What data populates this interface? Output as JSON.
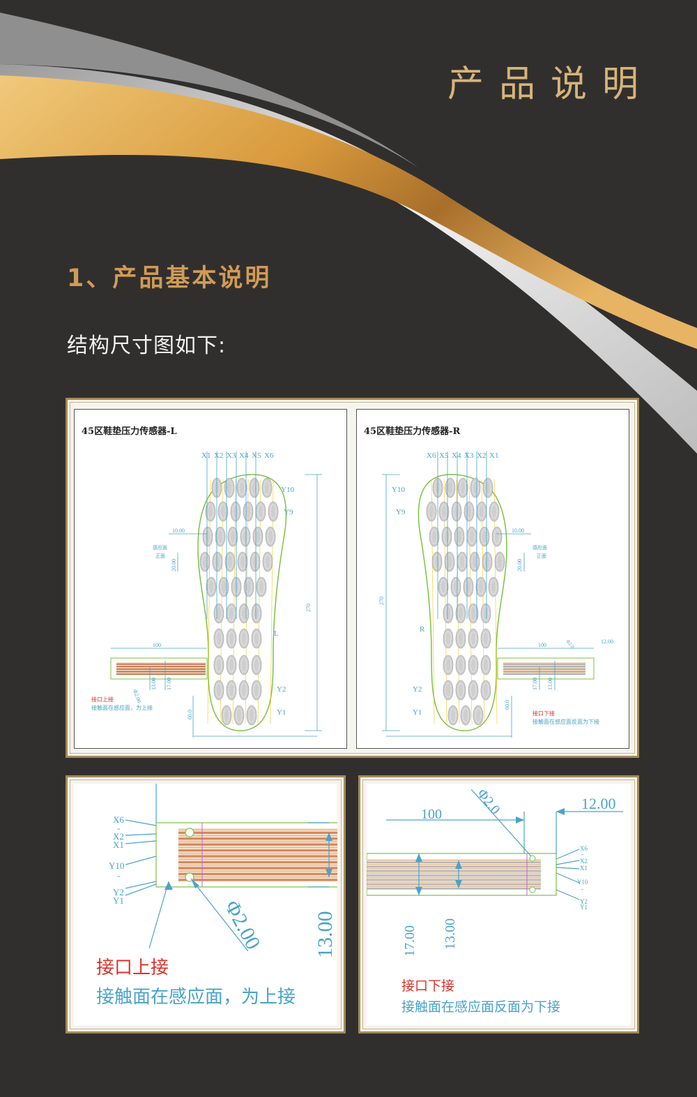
{
  "header": {
    "title": "产品说明"
  },
  "section": {
    "heading": "1、产品基本说明",
    "intro": "结构尺寸图如下:"
  },
  "colors": {
    "background": "#312f2e",
    "gold": "#d19b55",
    "silver": "#c8c8c8",
    "dim": "#4aa3c9",
    "red": "#e0312a"
  },
  "diagram_left": {
    "title": "45区鞋垫压力传感器-L",
    "x_labels": [
      "X1",
      "X2",
      "X3",
      "X4",
      "X5",
      "X6"
    ],
    "y_labels": [
      "Y10",
      "Y9",
      "Y2",
      "Y1"
    ],
    "side": "L",
    "dims": {
      "d10": "10.00",
      "d20": "20.00",
      "d270": "270",
      "d100": "100",
      "phi": "Φ2.00",
      "d13": "13.00",
      "d17": "17.00",
      "d60": "60.0"
    },
    "face_a": "感应面",
    "face_b": "正面",
    "note_title": "接口上接",
    "note_body": "接触面在感应面，为上接"
  },
  "diagram_right": {
    "title": "45区鞋垫压力传感器-R",
    "x_labels": [
      "X6",
      "X5",
      "X4",
      "X3",
      "X2",
      "X1"
    ],
    "y_labels": [
      "Y10",
      "Y9",
      "Y2",
      "Y1"
    ],
    "side": "R",
    "dims": {
      "d10": "10.00",
      "d20": "20.00",
      "d270": "270",
      "d100": "100",
      "d12": "12.00",
      "phi": "Φ2.0",
      "d13": "13.00",
      "d17": "17.00",
      "d60": "60.0"
    },
    "face_a": "感应面",
    "face_b": "正面",
    "note_title": "接口下接",
    "note_body": "接触面在感应面反面为下接"
  },
  "detail_left": {
    "pins": [
      "X6",
      "-",
      "X2",
      "X1",
      "Y10",
      "-",
      "Y2",
      "Y1"
    ],
    "phi": "Φ2.00",
    "d13": "13.00",
    "note_title": "接口上接",
    "note_body": "接触面在感应面，为上接"
  },
  "detail_right": {
    "pins": [
      "X6",
      "-",
      "X2",
      "X1",
      "Y10",
      "-",
      "Y2",
      "Y1"
    ],
    "phi": "Φ2.0",
    "d100": "100",
    "d12": "12.00",
    "d17": "17.00",
    "d13": "13.00",
    "note_title": "接口下接",
    "note_body": "接触面在感应面反面为下接"
  }
}
